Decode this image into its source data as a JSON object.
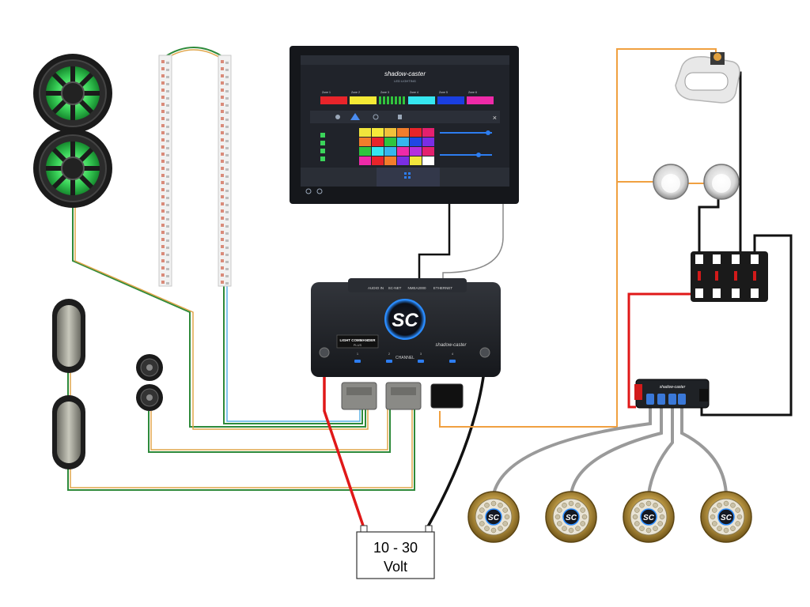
{
  "battery": {
    "line1": "10 - 30",
    "line2": "Volt"
  },
  "controller": {
    "logo": "SC",
    "brand": "shadow-caster",
    "model_line1": "LIGHT COMMANDER",
    "model_line2": "PLUS",
    "channel_label": "CHANNEL",
    "channel_numbers": [
      "1",
      "2",
      "3",
      "4"
    ],
    "port_labels": [
      "AUDIO IN",
      "SC-NET",
      "NMEA2000",
      "ETHERNET"
    ]
  },
  "display": {
    "brand": "shadow-caster",
    "brand_sub": "LED LIGHTING",
    "zone_tabs": [
      "Zone 1",
      "Zone 2",
      "Zone 3",
      "Zone 4",
      "Zone 5",
      "Zone 6"
    ],
    "zone_colors": [
      "#e8242a",
      "#f4e935",
      "#31c43c",
      "#35e6ef",
      "#1a3fe0",
      "#ee2aa8"
    ],
    "palette_colors": [
      "#f1e53c",
      "#f6e93a",
      "#f1c23a",
      "#f27d2b",
      "#e8242a",
      "#e4206e",
      "#f27d2b",
      "#e8242a",
      "#2fc43e",
      "#35b5ee",
      "#1f47e4",
      "#7a2ee4",
      "#2fc43e",
      "#35e6ef",
      "#35b5ee",
      "#ee2aa8",
      "#b42fdd",
      "#e4206e",
      "#ee2aa8",
      "#e8242a",
      "#f27d2b",
      "#7a2ee4",
      "#f1e53c",
      "#ffffff"
    ]
  },
  "hub": {
    "brand": "shadow-caster"
  },
  "colors": {
    "red_wire": "#e01818",
    "black_wire": "#111111",
    "orange_wire": "#f0a040",
    "grey_cable": "#9a9a9a",
    "green_led": "#3bd45a",
    "controller_body": "#1e2024",
    "accent_blue": "#2d7df0"
  }
}
